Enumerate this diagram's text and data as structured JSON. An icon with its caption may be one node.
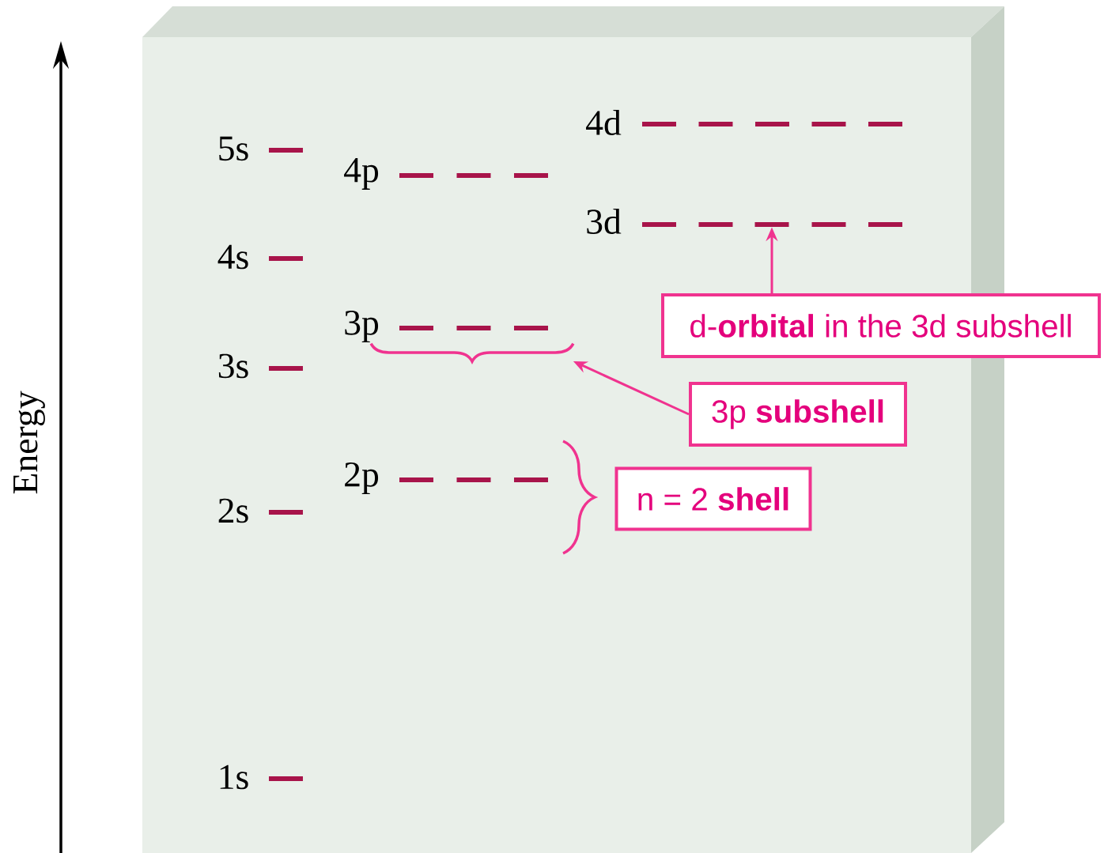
{
  "diagram": {
    "nodes": [
      {
        "text": [
          "d-**orbital** in the 3d subshell"
        ]
      },
      {
        "text": [
          "3p **subshell**"
        ]
      },
      {
        "text": [
          "n = 2 **shell**"
        ]
      },
      {
        "text": [],
        "shape": "bar"
      },
      {
        "text": [],
        "shape": "brace"
      }
    ],
    "edges": [
      {
        "from": 0,
        "to": 3,
        "arrow": "to"
      },
      {
        "from": 1,
        "to": 4,
        "arrow": "to"
      }
    ],
    "labels": [
      "Energy",
      "4d",
      "5s",
      "4p",
      "3d",
      "4s",
      "3p",
      "3s",
      "2p",
      "2s",
      "1s"
    ]
  }
}
